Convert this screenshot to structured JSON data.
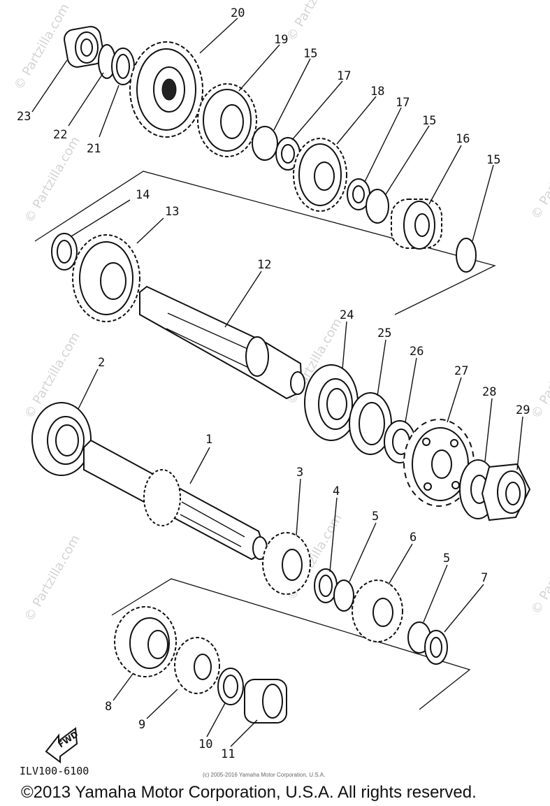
{
  "watermark": {
    "text": "© Partzilla.com"
  },
  "fwd_label": "FWD",
  "diagram_code": "ILV100-6100",
  "small_copyright": "(c) 2005-2016 Yamaha Motor Corporation, U.S.A.",
  "footer_copyright": "©2013 Yamaha Motor Corporation, U.S.A. All rights reserved.",
  "callouts": [
    "1",
    "2",
    "3",
    "4",
    "5",
    "6",
    "5",
    "7",
    "8",
    "9",
    "10",
    "11",
    "12",
    "13",
    "14",
    "15",
    "16",
    "15",
    "17",
    "18",
    "17",
    "15",
    "19",
    "20",
    "21",
    "22",
    "23",
    "24",
    "25",
    "26",
    "27",
    "28",
    "29"
  ]
}
